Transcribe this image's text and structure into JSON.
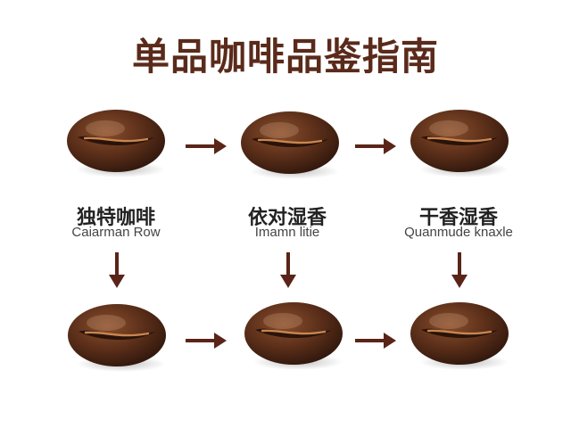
{
  "title": "单品咖啡品鉴指南",
  "colors": {
    "title": "#5a2a1a",
    "arrow": "#5a2418",
    "bean_dark": "#3d1f12",
    "bean_mid": "#6b3a22",
    "bean_light": "#a0653e",
    "crease": "#c8874f"
  },
  "labels": [
    {
      "zh": "独特咖啡",
      "en": "Caiarman Row"
    },
    {
      "zh": "依对湿香",
      "en": "Imamn litie"
    },
    {
      "zh": "干香湿香",
      "en": "Quanmude knaxle"
    }
  ],
  "icons": {
    "bean": "coffee-bean-icon",
    "arrow_right": "arrow-right-icon",
    "arrow_down": "arrow-down-icon"
  }
}
